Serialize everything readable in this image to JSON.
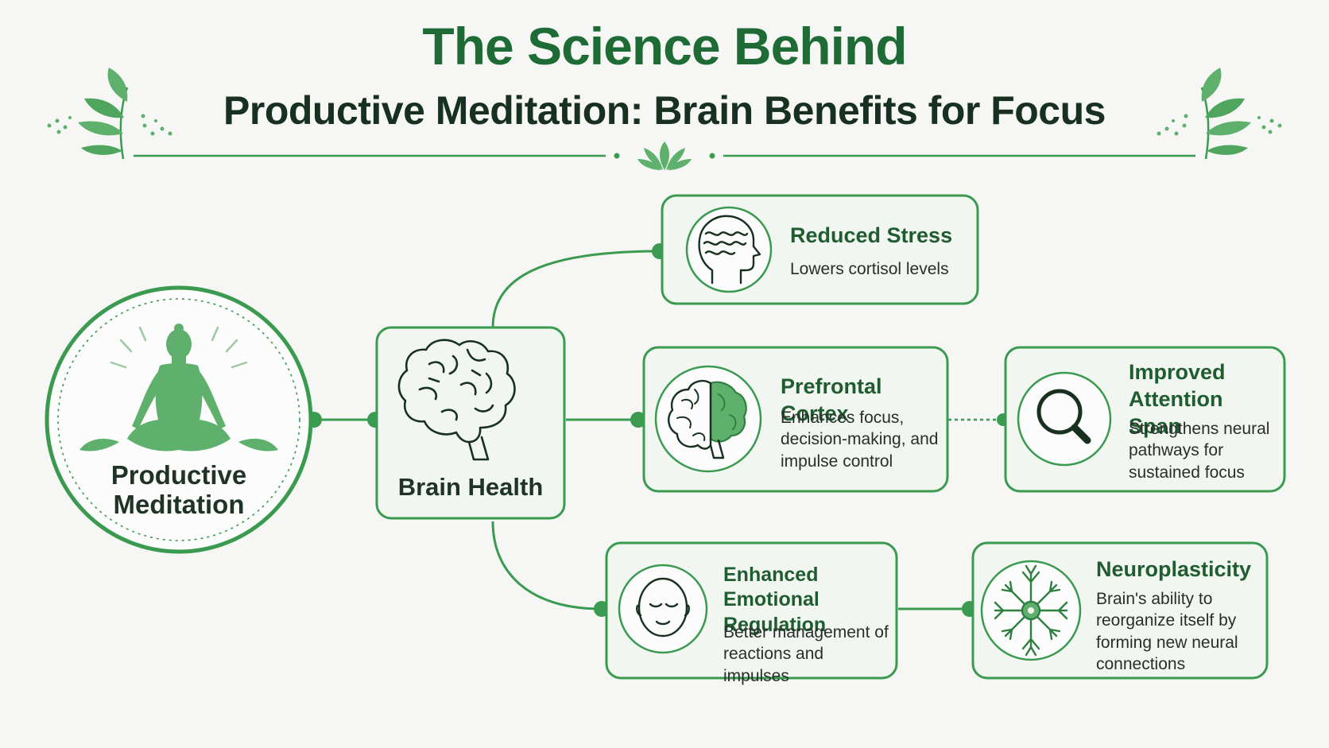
{
  "header": {
    "title": "The Science Behind",
    "subtitle": "Productive Meditation: Brain Benefits for Focus"
  },
  "colors": {
    "primary_green": "#3a9a4f",
    "dark_green": "#1f6b35",
    "accent_green": "#5fb06d",
    "text_dark": "#173020",
    "background": "#f6f7f5"
  },
  "nodes": {
    "meditation": {
      "label": "Productive Meditation",
      "icon": "meditating-person-icon"
    },
    "brain_health": {
      "label": "Brain Health",
      "icon": "brain-icon"
    },
    "reduced_stress": {
      "title": "Reduced Stress",
      "description": "Lowers cortisol levels",
      "icon": "head-waves-icon"
    },
    "prefrontal_cortex": {
      "title": "Prefrontal Cortex",
      "description": "Enhances focus, decision-making, and impulse control",
      "icon": "brain-highlight-icon"
    },
    "attention_span": {
      "title": "Improved Attention Span",
      "description": "Strengthens neural pathways for sustained focus",
      "icon": "magnifier-icon"
    },
    "emotional_regulation": {
      "title": "Enhanced Emotional Regulation",
      "description": "Better management of reactions and impulses",
      "icon": "calm-face-icon"
    },
    "neuroplasticity": {
      "title": "Neuroplasticity",
      "description": "Brain's ability to reorganize itself by forming new neural connections",
      "icon": "neuron-icon"
    }
  }
}
